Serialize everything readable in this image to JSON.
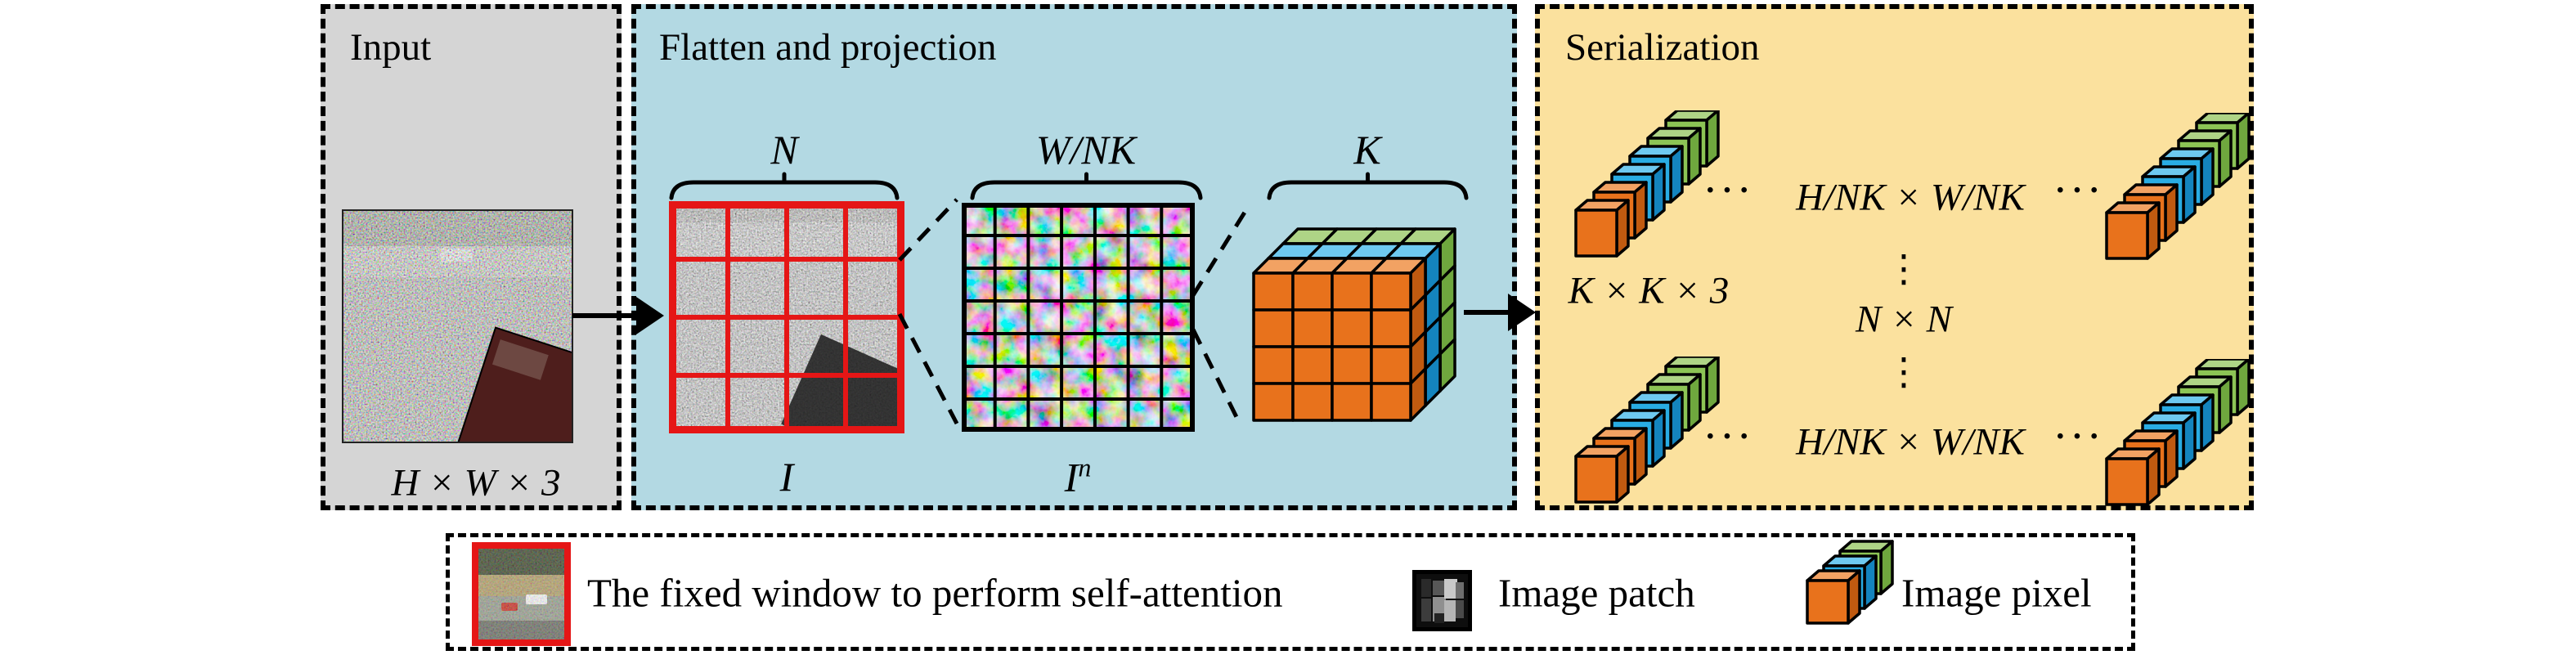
{
  "colors": {
    "panel_input_bg": "#D5D5D5",
    "panel_flatten_bg": "#B3D9E3",
    "panel_serialization_bg": "#FBE19E",
    "window_red": "#E51616",
    "pixel_orange_front": "#E8721C",
    "pixel_orange_top": "#F2A263",
    "pixel_orange_side": "#C05A10",
    "pixel_blue_front": "#29ACE3",
    "pixel_blue_top": "#6EC9F0",
    "pixel_blue_side": "#1484BE",
    "pixel_green_front": "#8CC455",
    "pixel_green_top": "#AED486",
    "pixel_green_side": "#6FA73E",
    "outline_black": "#000000"
  },
  "panels": {
    "input": {
      "title": "Input",
      "dim_label": "H × W × 3"
    },
    "flatten": {
      "title": "Flatten and projection",
      "brace_n": "N",
      "brace_wnk": "W/NK",
      "brace_k": "K",
      "label_window_image": "I",
      "label_patch_image_base": "I",
      "label_patch_image_sup": "n"
    },
    "serialization": {
      "title": "Serialization",
      "label_pixel_block": "K × K × 3",
      "row_top_label": "H/NK × W/NK",
      "row_bottom_label": "H/NK × W/NK",
      "center_label": "N × N",
      "h_ellipsis": "···",
      "v_ellipsis": "⋮"
    }
  },
  "legend": {
    "window_label": "The fixed window to perform self-attention",
    "patch_label": "Image patch",
    "pixel_label": "Image pixel"
  }
}
